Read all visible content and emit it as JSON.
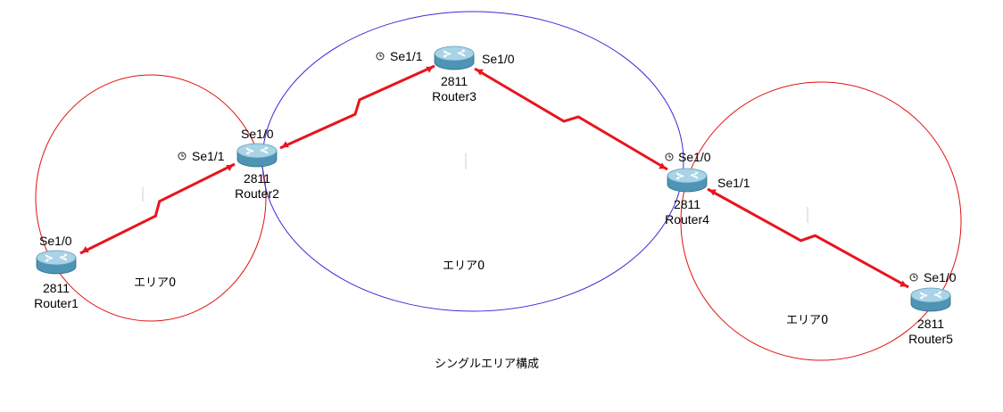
{
  "title": "シングルエリア構成",
  "colors": {
    "link": "#e8141e",
    "area_red": "#e01010",
    "area_blue": "#3a2bd6",
    "router_top": "#a9d3e6",
    "router_body": "#4e94b4"
  },
  "areas": [
    {
      "id": "left",
      "label": "エリア0"
    },
    {
      "id": "center",
      "label": "エリア0"
    },
    {
      "id": "right",
      "label": "エリア0"
    }
  ],
  "routers": [
    {
      "id": "r1",
      "model": "2811",
      "name": "Router1"
    },
    {
      "id": "r2",
      "model": "2811",
      "name": "Router2"
    },
    {
      "id": "r3",
      "model": "2811",
      "name": "Router3"
    },
    {
      "id": "r4",
      "model": "2811",
      "name": "Router4"
    },
    {
      "id": "r5",
      "model": "2811",
      "name": "Router5"
    }
  ],
  "links": [
    {
      "from": "r1",
      "to": "r2",
      "from_if": "Se1/0",
      "to_if": "Se1/1",
      "to_clock": true
    },
    {
      "from": "r2",
      "to": "r3",
      "from_if": "Se1/0",
      "to_if": "Se1/1",
      "to_clock": true
    },
    {
      "from": "r3",
      "to": "r4",
      "from_if": "Se1/0",
      "to_if": "Se1/0",
      "to_clock": true
    },
    {
      "from": "r4",
      "to": "r5",
      "from_if": "Se1/1",
      "to_if": "Se1/0",
      "to_clock": true
    }
  ]
}
